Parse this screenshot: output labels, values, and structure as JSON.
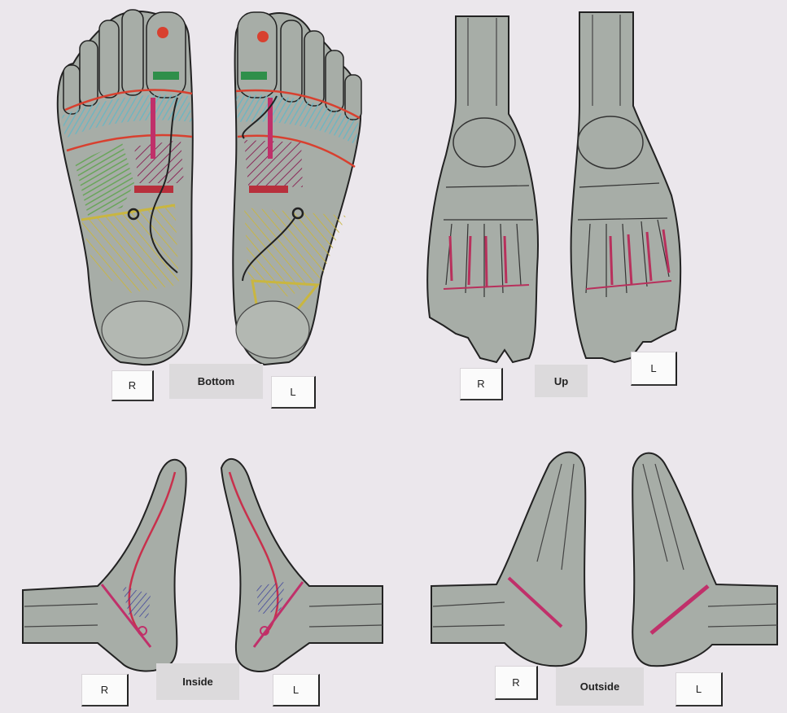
{
  "panels": {
    "bottom": {
      "caption": "Bottom",
      "right_tag": "R",
      "left_tag": "L"
    },
    "up": {
      "caption": "Up",
      "right_tag": "R",
      "left_tag": "L"
    },
    "inside": {
      "caption": "Inside",
      "right_tag": "R",
      "left_tag": "L"
    },
    "outside": {
      "caption": "Outside",
      "right_tag": "R",
      "left_tag": "L"
    }
  },
  "colors": {
    "paper": "#ebe7ec",
    "foot_fill": "#a7ada7",
    "outline": "#222222",
    "marker_red": "#d8402f",
    "marker_teal": "#6cb6c2",
    "marker_green": "#66a557",
    "marker_purple": "#8a2a5a",
    "marker_yellow": "#c9b640",
    "marker_magenta": "#c0306a",
    "marker_blue": "#3a3f9a",
    "label_bg": "#fbfbfb",
    "caption_bg": "#dcdadc"
  }
}
